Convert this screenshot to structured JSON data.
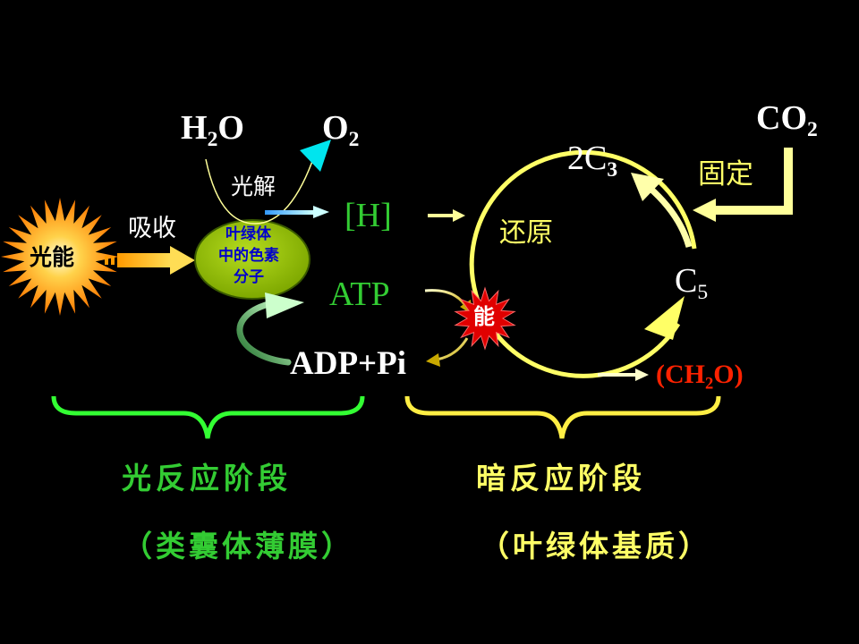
{
  "light_source": {
    "label": "光能"
  },
  "absorb": {
    "label": "吸收"
  },
  "pigment": {
    "line1": "叶绿体",
    "line2": "中的色素",
    "line3": "分子"
  },
  "water": {
    "main": "H",
    "sub": "2",
    "tail": "O"
  },
  "oxygen": {
    "main": "O",
    "sub": "2"
  },
  "photolysis": {
    "label": "光解"
  },
  "hydrogen": {
    "label": "[H]"
  },
  "atp": {
    "label": "ATP"
  },
  "adp": {
    "label": "ADP+Pi"
  },
  "energy": {
    "label": "能"
  },
  "reduction": {
    "label": "还原"
  },
  "c3": {
    "main": "2C",
    "sub": "3"
  },
  "c5": {
    "main": "C",
    "sub": "5"
  },
  "co2": {
    "main": "CO",
    "sub": "2"
  },
  "fixation": {
    "label": "固定"
  },
  "product": {
    "open": "(CH",
    "sub": "2",
    "close": "O)"
  },
  "light_stage": {
    "title": "光反应阶段",
    "location": "（类囊体薄膜）"
  },
  "dark_stage": {
    "title": "暗反应阶段",
    "location": "（叶绿体基质）"
  },
  "colors": {
    "background": "#000000",
    "light_green": "#33cc33",
    "dark_yellow": "#ffff66",
    "arrow_yellow": "#ffff99",
    "product_red": "#ff2200",
    "sun_orange": "#ff8c00",
    "pigment_green": "#99cc00",
    "pigment_text": "#0000cc",
    "oxygen_arrow": "#00e5ee"
  }
}
